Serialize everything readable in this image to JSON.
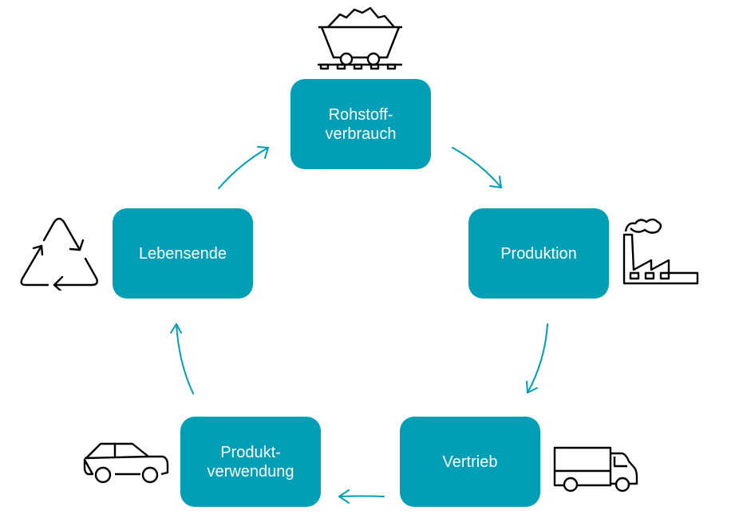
{
  "diagram": {
    "title": "Product life cycle",
    "accent_color": "#009fb5",
    "stages": [
      {
        "id": "rohstoff",
        "lines": [
          "Rohstoff-",
          "verbrauch"
        ],
        "icon": "mine-cart-icon"
      },
      {
        "id": "produktion",
        "lines": [
          "Produktion"
        ],
        "icon": "factory-icon"
      },
      {
        "id": "vertrieb",
        "lines": [
          "Vertrieb"
        ],
        "icon": "truck-icon"
      },
      {
        "id": "verwendung",
        "lines": [
          "Produkt-",
          "verwendung"
        ],
        "icon": "car-icon"
      },
      {
        "id": "lebensende",
        "lines": [
          "Lebensende"
        ],
        "icon": "recycle-icon"
      }
    ],
    "flow": [
      {
        "from": "rohstoff",
        "to": "produktion"
      },
      {
        "from": "produktion",
        "to": "vertrieb"
      },
      {
        "from": "vertrieb",
        "to": "verwendung"
      },
      {
        "from": "verwendung",
        "to": "lebensende"
      },
      {
        "from": "lebensende",
        "to": "rohstoff"
      }
    ]
  }
}
